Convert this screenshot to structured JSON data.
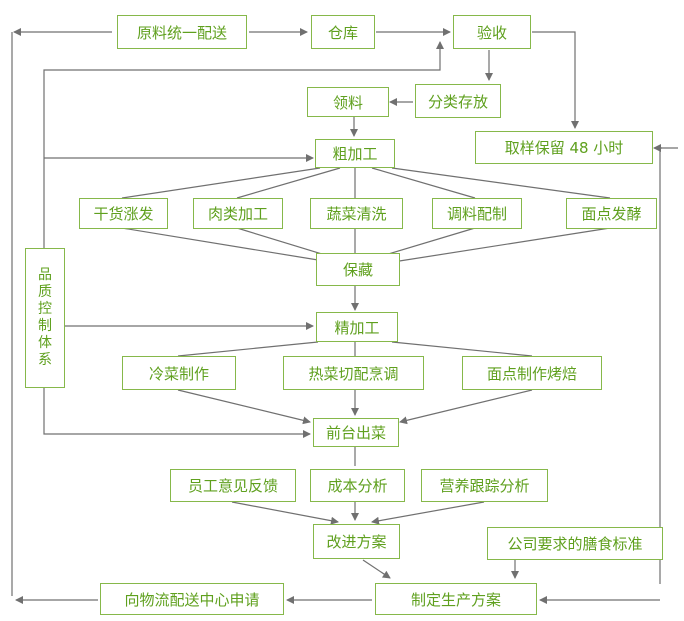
{
  "colors": {
    "box_border": "#86b84a",
    "text": "#5fa01e",
    "line": "#707070"
  },
  "nodes": {
    "raw_material_delivery": "原料统一配送",
    "warehouse": "仓库",
    "inspection": "验收",
    "requisition": "领料",
    "classified_storage": "分类存放",
    "sample_48h": "取样保留 48 小时",
    "rough_processing": "粗加工",
    "dry_goods_soaking": "干货涨发",
    "meat_processing": "肉类加工",
    "vegetable_washing": "蔬菜清洗",
    "seasoning_prep": "调料配制",
    "dough_fermentation": "面点发酵",
    "quality_control": [
      "品",
      "质",
      "控",
      "制",
      "体",
      "系"
    ],
    "storage": "保藏",
    "fine_processing": "精加工",
    "cold_dishes": "冷菜制作",
    "hot_dishes": "热菜切配烹调",
    "pastry_baking": "面点制作烤焙",
    "front_serving": "前台出菜",
    "staff_feedback": "员工意见反馈",
    "cost_analysis": "成本分析",
    "nutrition_analysis": "营养跟踪分析",
    "improvement_plan": "改进方案",
    "company_standard": "公司要求的膳食标准",
    "production_plan": "制定生产方案",
    "logistics_request": "向物流配送中心申请"
  }
}
